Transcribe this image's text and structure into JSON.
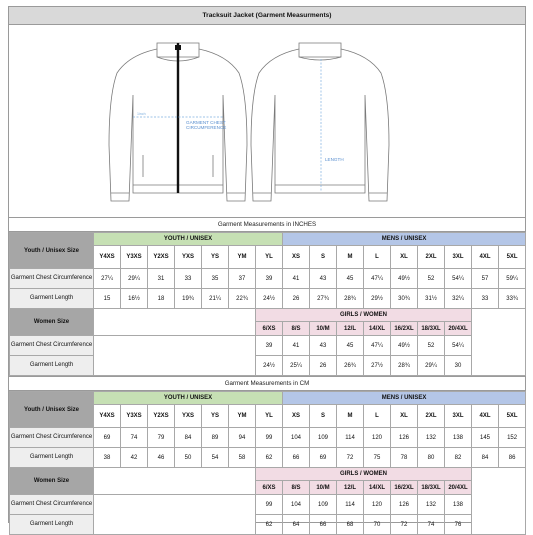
{
  "title": "Tracksuit Jacket (Garment Measurments)",
  "illustration": {
    "chest_label_1": "GARMENT CHEST",
    "chest_label_2": "CIRCUMFERENCE",
    "length_label": "LENGTH",
    "inch_mark": "1inch"
  },
  "inches": {
    "section_title": "Garment Measurements in INCHES",
    "youth_row_head": "Youth / Unisex Size",
    "youth_group": "YOUTH / UNISEX",
    "mens_group": "MENS / UNISEX",
    "youth_sizes": [
      "Y4XS",
      "Y3XS",
      "Y2XS",
      "YXS",
      "YS",
      "YM",
      "YL"
    ],
    "mens_sizes": [
      "XS",
      "S",
      "M",
      "L",
      "XL",
      "2XL",
      "3XL",
      "4XL",
      "5XL"
    ],
    "chest_label": "Garment Chest Circumference",
    "length_label": "Garment Length",
    "youth_chest": [
      "27¼",
      "29¼",
      "31",
      "33",
      "35",
      "37",
      "39"
    ],
    "mens_chest": [
      "41",
      "43",
      "45",
      "47¼",
      "49½",
      "52",
      "54¼",
      "57",
      "59¼"
    ],
    "youth_length": [
      "15",
      "16½",
      "18",
      "19¾",
      "21¼",
      "22¾",
      "24½"
    ],
    "mens_length": [
      "26",
      "27¾",
      "28¾",
      "29½",
      "30¾",
      "31½",
      "32¼",
      "33",
      "33¾"
    ],
    "women_row_head": "Women Size",
    "girls_group": "GIRLS / WOMEN",
    "women_sizes": [
      "6/XS",
      "8/S",
      "10/M",
      "12/L",
      "14/XL",
      "16/2XL",
      "18/3XL",
      "20/4XL"
    ],
    "women_chest": [
      "39",
      "41",
      "43",
      "45",
      "47¼",
      "49½",
      "52",
      "54¼"
    ],
    "women_length": [
      "24½",
      "25¼",
      "26",
      "26¾",
      "27½",
      "28¾",
      "29¼",
      "30"
    ]
  },
  "cm": {
    "section_title": "Garment Measurements in CM",
    "youth_row_head": "Youth / Unisex Size",
    "youth_group": "YOUTH / UNISEX",
    "mens_group": "MENS / UNISEX",
    "youth_sizes": [
      "Y4XS",
      "Y3XS",
      "Y2XS",
      "YXS",
      "YS",
      "YM",
      "YL"
    ],
    "mens_sizes": [
      "XS",
      "S",
      "M",
      "L",
      "XL",
      "2XL",
      "3XL",
      "4XL",
      "5XL"
    ],
    "chest_label": "Garment Chest Circumference",
    "length_label": "Garment Length",
    "youth_chest": [
      "69",
      "74",
      "79",
      "84",
      "89",
      "94",
      "99"
    ],
    "mens_chest": [
      "104",
      "109",
      "114",
      "120",
      "126",
      "132",
      "138",
      "145",
      "152"
    ],
    "youth_length": [
      "38",
      "42",
      "46",
      "50",
      "54",
      "58",
      "62"
    ],
    "mens_length": [
      "66",
      "69",
      "72",
      "75",
      "78",
      "80",
      "82",
      "84",
      "86"
    ],
    "women_row_head": "Women Size",
    "girls_group": "GIRLS / WOMEN",
    "women_sizes": [
      "6/XS",
      "8/S",
      "10/M",
      "12/L",
      "14/XL",
      "16/2XL",
      "18/3XL",
      "20/4XL"
    ],
    "women_chest": [
      "99",
      "104",
      "109",
      "114",
      "120",
      "126",
      "132",
      "138"
    ],
    "women_length": [
      "62",
      "64",
      "66",
      "68",
      "70",
      "72",
      "74",
      "76"
    ]
  }
}
